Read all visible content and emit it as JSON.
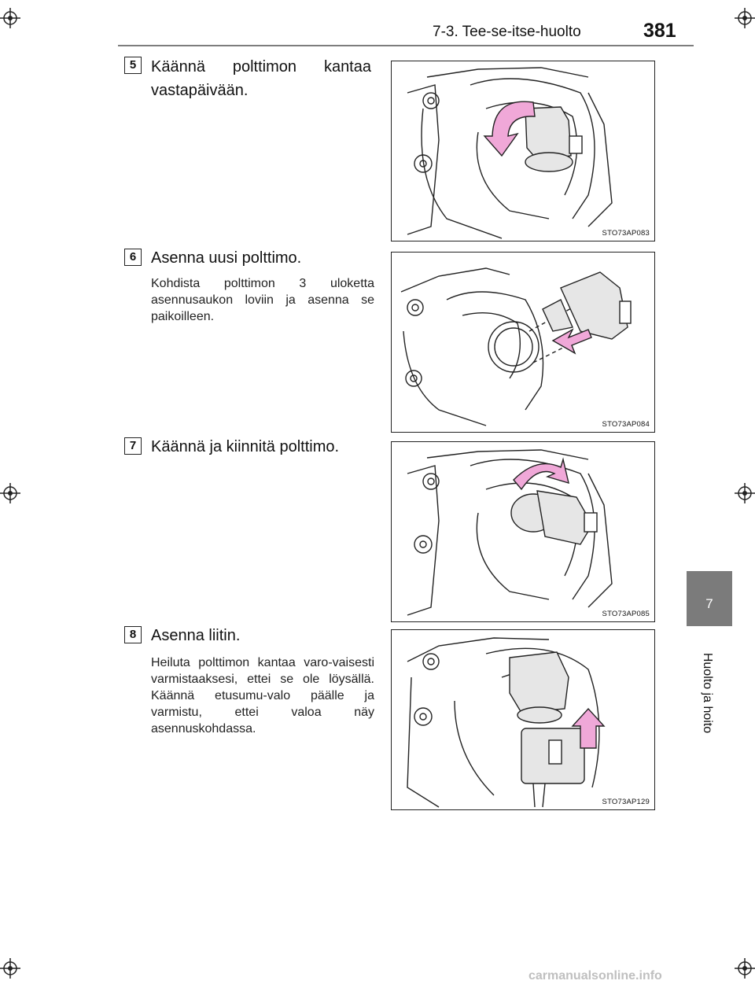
{
  "header": {
    "section_title": "7-3. Tee-se-itse-huolto",
    "page_number": "381"
  },
  "side_tab": {
    "chapter": "7",
    "chapter_label": "Huolto ja hoito"
  },
  "steps": [
    {
      "number": "5",
      "title": "Käännä polttimon kantaa vastapäivään.",
      "description": "",
      "figure_code": "STO73AP083",
      "arrow": "curved-counterclockwise"
    },
    {
      "number": "6",
      "title": "Asenna uusi polttimo.",
      "description": "Kohdista polttimon 3 uloketta asennusaukon loviin ja asenna se paikoilleen.",
      "figure_code": "STO73AP084",
      "arrow": "straight-insert"
    },
    {
      "number": "7",
      "title": "Käännä ja kiinnitä polttimo.",
      "description": "",
      "figure_code": "STO73AP085",
      "arrow": "curved-clockwise"
    },
    {
      "number": "8",
      "title": "Asenna liitin.",
      "description": "Heiluta polttimon kantaa varo-vaisesti varmistaaksesi, ettei se ole löysällä. Käännä etusumu-valo päälle ja varmistu, ettei valoa näy asennuskohdassa.",
      "figure_code": "STO73AP129",
      "arrow": "straight-up"
    }
  ],
  "colors": {
    "arrow_fill": "#f0a8d8",
    "tab_background": "#7b7b7b",
    "header_rule": "#7d7d7d"
  },
  "watermark": "carmanualsonline.info"
}
